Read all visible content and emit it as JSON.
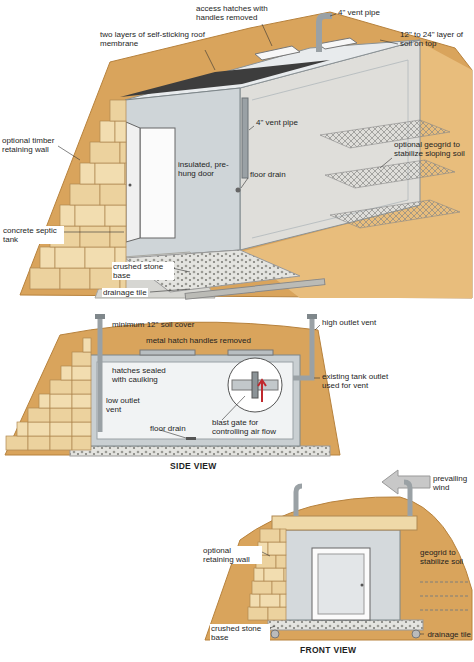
{
  "diagram": {
    "labels": [
      "access hatches with handles removed",
      "two layers of self-sticking roof membrane",
      "4\" vent pipe",
      "12\" to 24\" layer of soil on top",
      "optional timber retaining wall",
      "insulated, pre-hung door",
      "4\" vent pipe",
      "floor drain",
      "optional geogrid to stabilize sloping soil",
      "concrete septic tank",
      "crushed stone base",
      "drainage tile",
      "minimum 12\" soil cover",
      "metal hatch handles removed",
      "high outlet vent",
      "hatches sealed with caulking",
      "existing tank outlet used for vent",
      "low outlet vent",
      "blast gate for controlling air flow",
      "floor drain",
      "SIDE VIEW",
      "prevailing wind",
      "optional retaining wall",
      "geogrid to stabilize soil",
      "crushed stone base",
      "drainage tile",
      "FRONT VIEW"
    ]
  }
}
